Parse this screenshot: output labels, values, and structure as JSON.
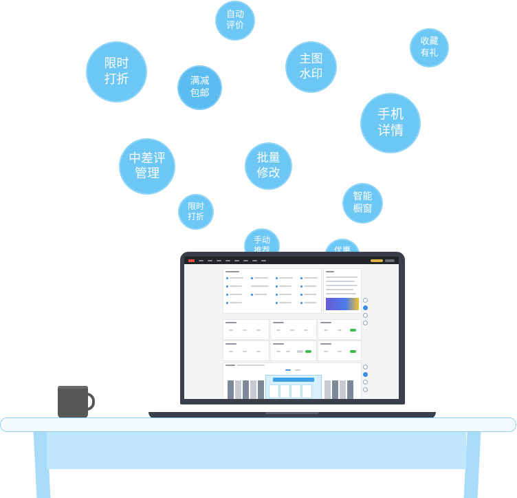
{
  "bubbles": [
    {
      "line1": "自动",
      "line2": "评价"
    },
    {
      "line1": "收藏",
      "line2": "有礼"
    },
    {
      "line1": "限时",
      "line2": "打折"
    },
    {
      "line1": "主图",
      "line2": "水印"
    },
    {
      "line1": "满减",
      "line2": "包邮"
    },
    {
      "line1": "手机",
      "line2": "详情"
    },
    {
      "line1": "中差评",
      "line2": "管理"
    },
    {
      "line1": "批量",
      "line2": "修改"
    },
    {
      "line1": "智能",
      "line2": "橱窗"
    },
    {
      "line1": "限时",
      "line2": "打折"
    },
    {
      "line1": "手动",
      "line2": "推荐"
    },
    {
      "line1": "优惠",
      "line2": ""
    }
  ],
  "colors": {
    "bubble": "#6cc7f5",
    "laptop": "#3b3f4c",
    "mug": "#575757",
    "table": "#bfe6fb",
    "accent_green": "#3fb950",
    "accent_blue": "#4a90e2"
  }
}
